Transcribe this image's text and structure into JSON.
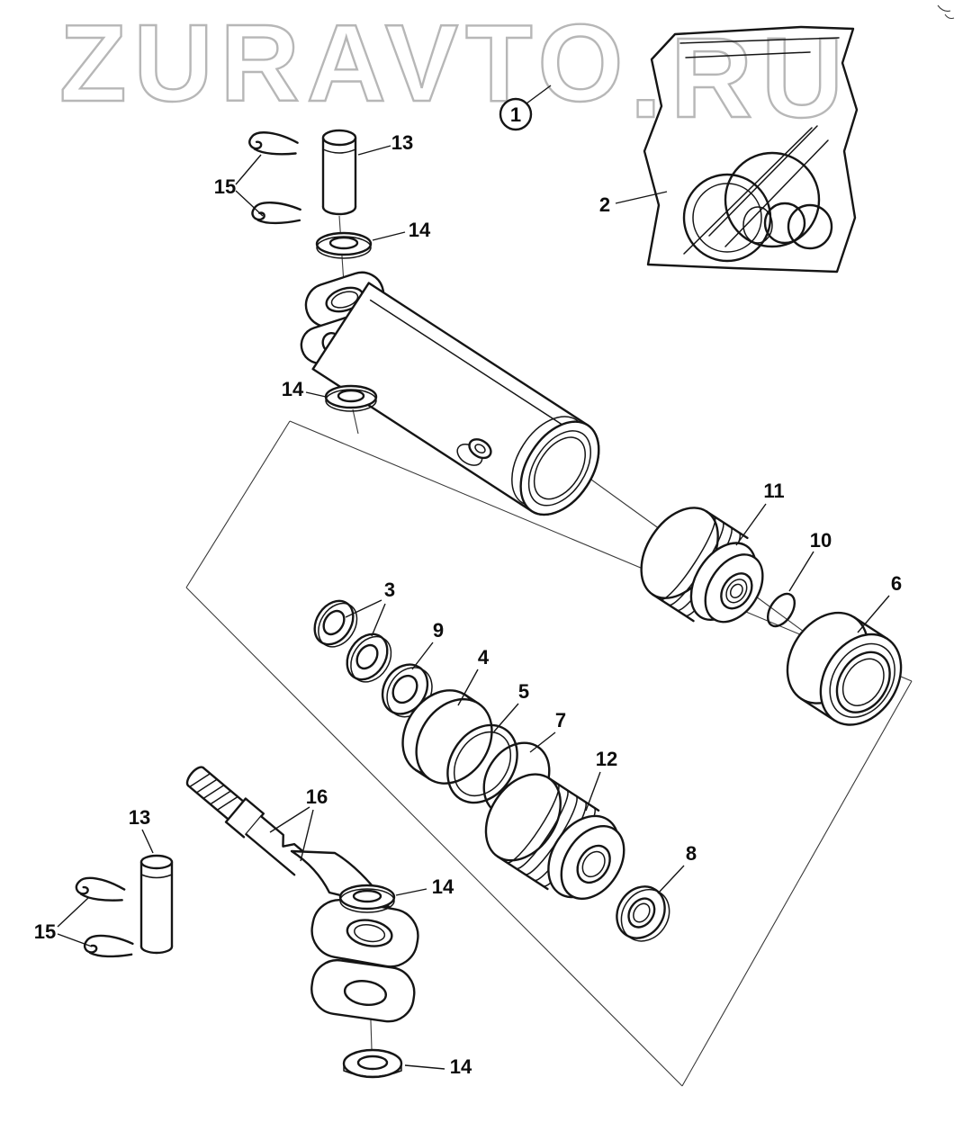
{
  "watermark": {
    "main": "ZURAVTO",
    "suffix": ".RU"
  },
  "colors": {
    "line": "#151515",
    "watermark_outline": "#b7b7b7",
    "background": "#ffffff"
  },
  "callouts": {
    "c1": "1",
    "c2": "2",
    "c3": "3",
    "c4": "4",
    "c5": "5",
    "c6": "6",
    "c7": "7",
    "c8": "8",
    "c9": "9",
    "c10": "10",
    "c11": "11",
    "c12": "12",
    "c13": "13",
    "c14": "14",
    "c15": "15",
    "c16": "16"
  }
}
